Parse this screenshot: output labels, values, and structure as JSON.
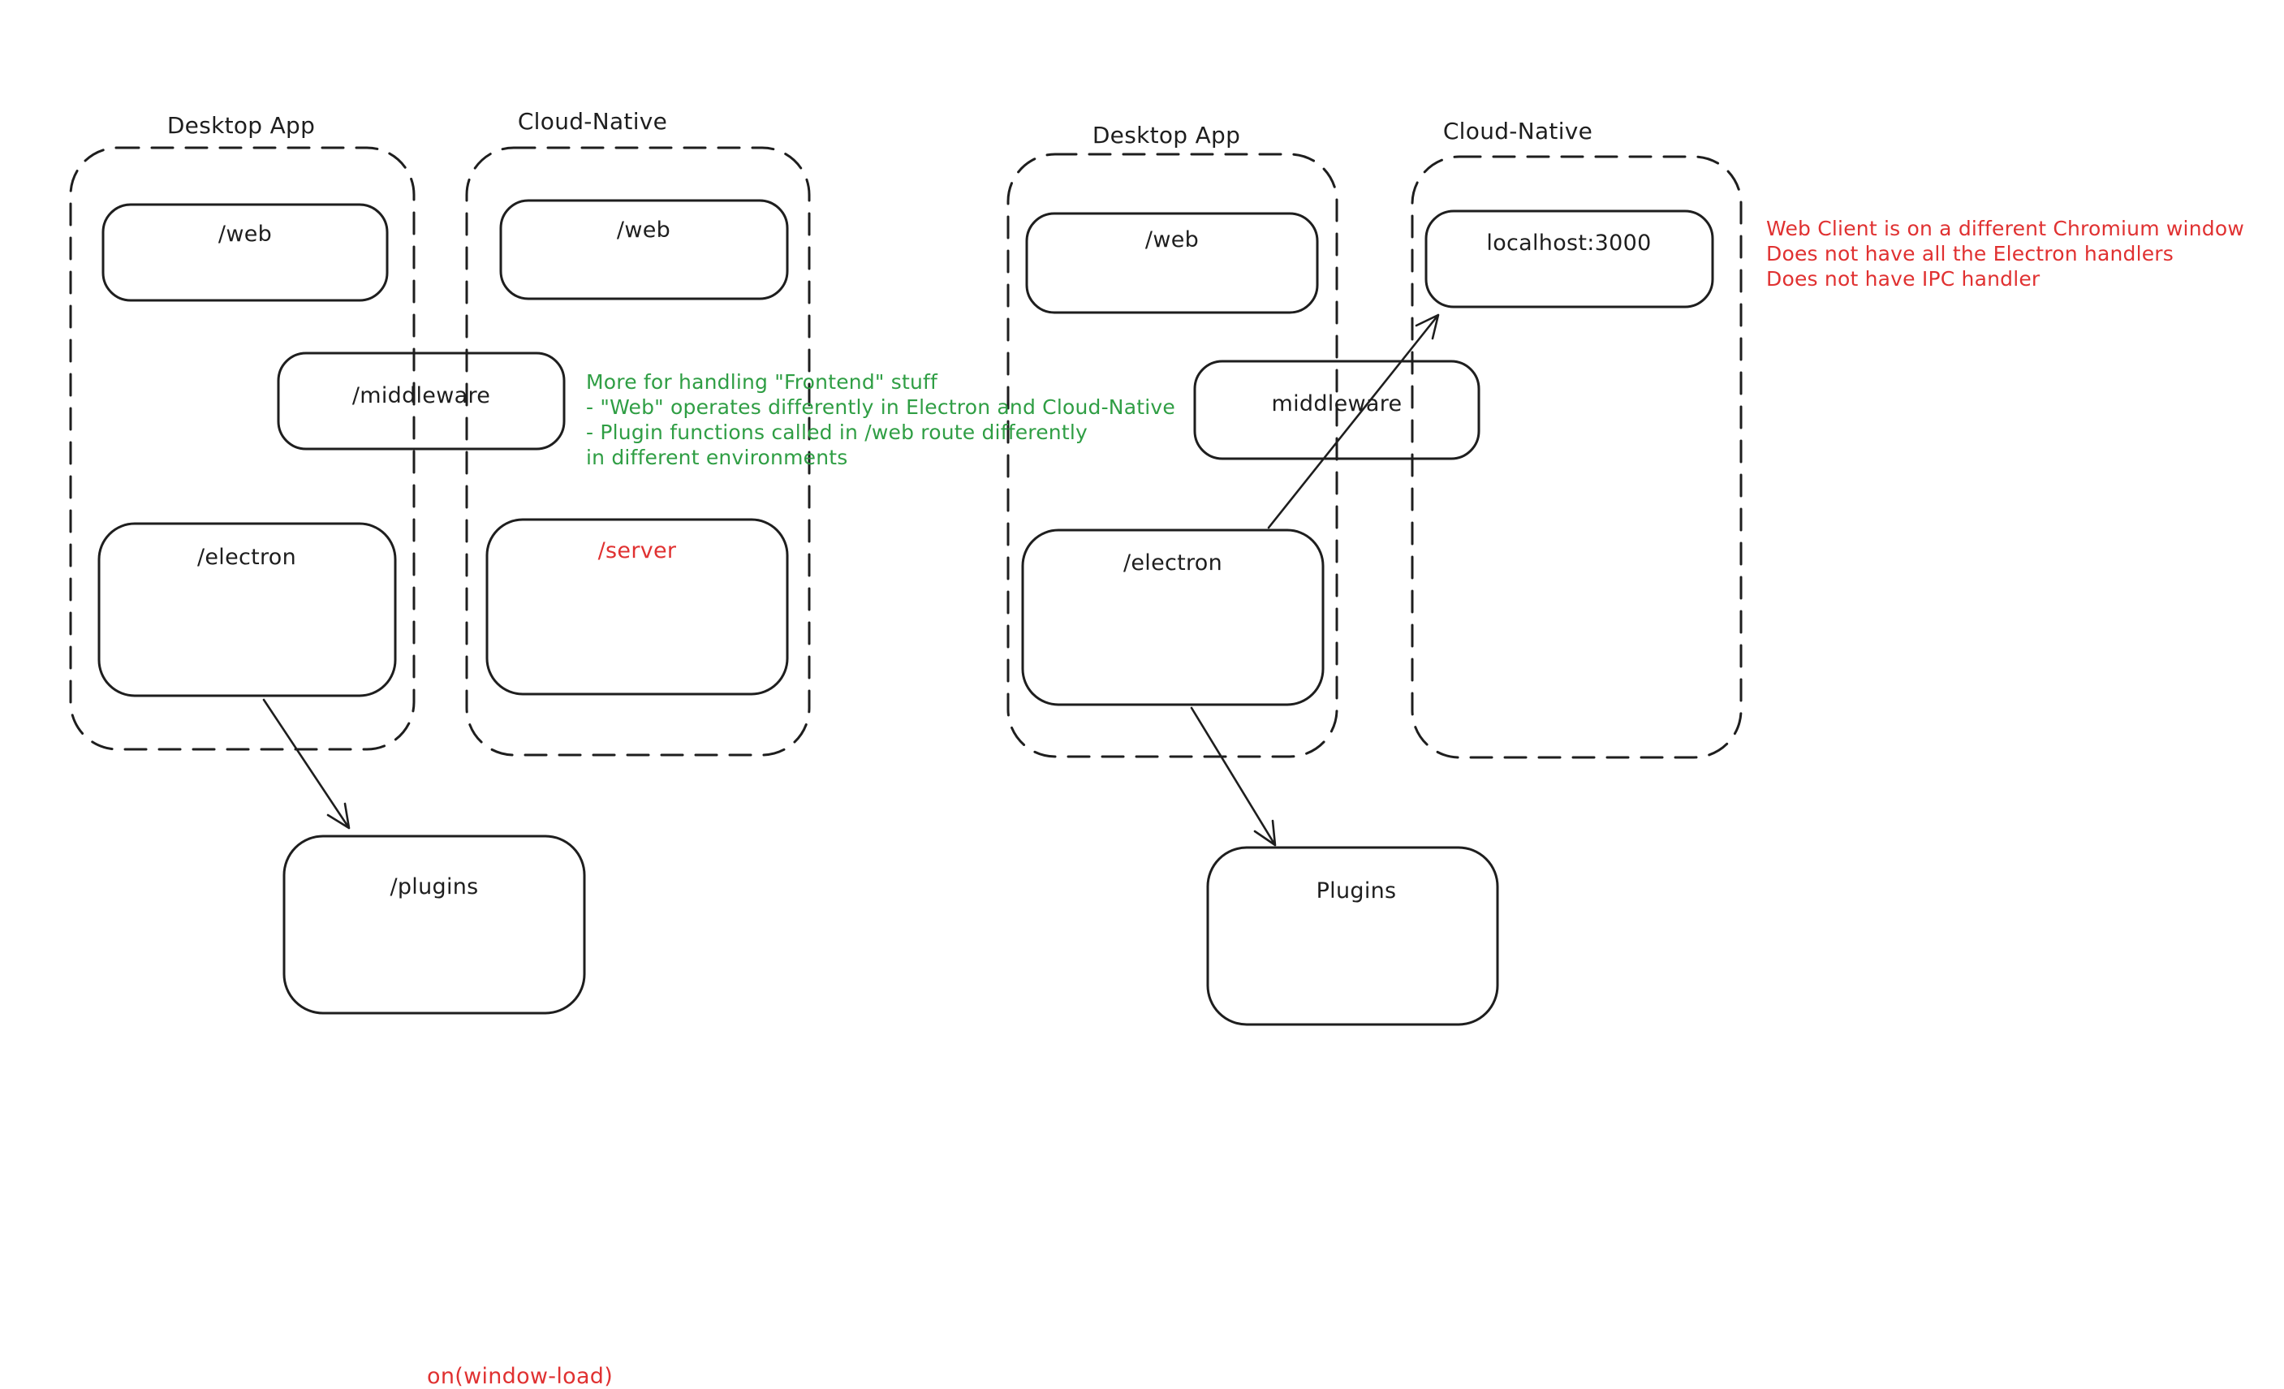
{
  "colors": {
    "stroke": "#1e1e1e",
    "red": "#e03131",
    "green": "#2f9e44",
    "background": "#ffffff"
  },
  "left_diagram": {
    "desktop": {
      "title": "Desktop App",
      "nodes": {
        "web": "/web",
        "electron": "/electron"
      }
    },
    "cloud": {
      "title": "Cloud-Native",
      "nodes": {
        "web": "/web",
        "server": "/server"
      }
    },
    "middleware_label": "/middleware",
    "plugins_label": "/plugins",
    "green_note_lines": [
      "More for handling \"Frontend\" stuff",
      "- \"Web\" operates differently in Electron and Cloud-Native",
      "- Plugin functions called in /web route differently",
      "in different environments"
    ]
  },
  "right_diagram": {
    "desktop": {
      "title": "Desktop App",
      "nodes": {
        "web": "/web",
        "electron": "/electron"
      }
    },
    "cloud": {
      "title": "Cloud-Native",
      "nodes": {
        "localhost": "localhost:3000",
        "on_window_load": "on(window-load)"
      }
    },
    "middleware_label": "middleware",
    "plugins_label": "Plugins",
    "red_note_lines": [
      "Web Client is on a different Chromium window",
      "Does not have all the Electron handlers",
      "Does not have IPC handler"
    ]
  }
}
